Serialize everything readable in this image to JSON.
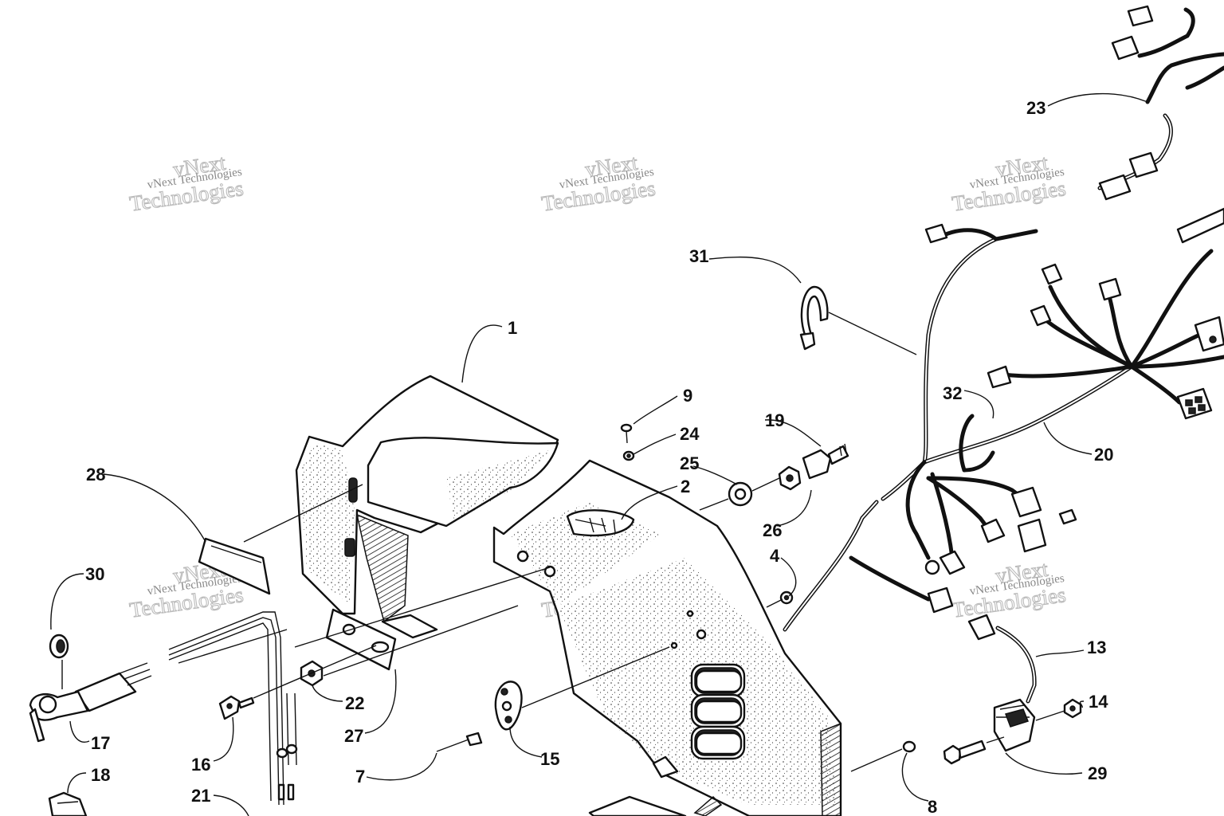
{
  "callouts": [
    {
      "id": "c1",
      "label": "1"
    },
    {
      "id": "c2",
      "label": "2"
    },
    {
      "id": "c4",
      "label": "4"
    },
    {
      "id": "c7",
      "label": "7"
    },
    {
      "id": "c8",
      "label": "8"
    },
    {
      "id": "c9",
      "label": "9"
    },
    {
      "id": "c13",
      "label": "13"
    },
    {
      "id": "c14",
      "label": "14"
    },
    {
      "id": "c15",
      "label": "15"
    },
    {
      "id": "c16",
      "label": "16"
    },
    {
      "id": "c17",
      "label": "17"
    },
    {
      "id": "c18",
      "label": "18"
    },
    {
      "id": "c19",
      "label": "19"
    },
    {
      "id": "c20",
      "label": "20"
    },
    {
      "id": "c21",
      "label": "21"
    },
    {
      "id": "c22",
      "label": "22"
    },
    {
      "id": "c23",
      "label": "23"
    },
    {
      "id": "c24",
      "label": "24"
    },
    {
      "id": "c25",
      "label": "25"
    },
    {
      "id": "c26",
      "label": "26"
    },
    {
      "id": "c27",
      "label": "27"
    },
    {
      "id": "c28",
      "label": "28"
    },
    {
      "id": "c29",
      "label": "29"
    },
    {
      "id": "c30",
      "label": "30"
    },
    {
      "id": "c31",
      "label": "31"
    },
    {
      "id": "c32",
      "label": "32"
    }
  ],
  "watermark": {
    "line1": "vNext",
    "line2": "vNext Technologies",
    "line3": "Technologies"
  }
}
